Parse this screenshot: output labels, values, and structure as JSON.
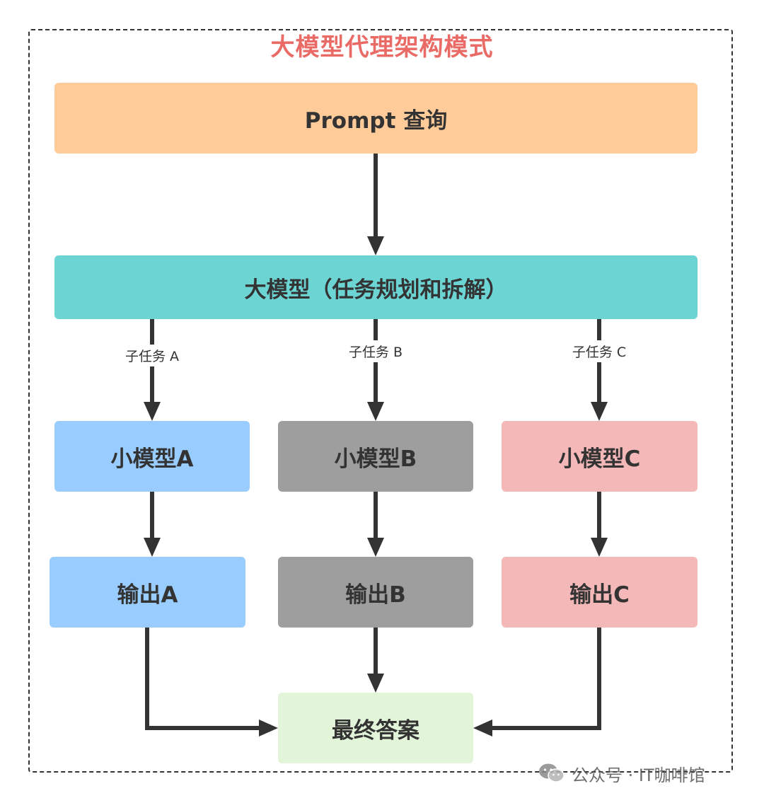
{
  "title": "大模型代理架构模式",
  "nodes": {
    "prompt": "Prompt 查询",
    "large_model": "大模型（任务规划和拆解）",
    "small_model_a": "小模型A",
    "small_model_b": "小模型B",
    "small_model_c": "小模型C",
    "output_a": "输出A",
    "output_b": "输出B",
    "output_c": "输出C",
    "final_answer": "最终答案"
  },
  "edges": {
    "subtask_a": "子任务 A",
    "subtask_b": "子任务 B",
    "subtask_c": "子任务 C"
  },
  "colors": {
    "title": "#ea6b66",
    "prompt": "#ffcc99",
    "large_model": "#6dd4d4",
    "branch_a": "#99ccff",
    "branch_b": "#9e9e9e",
    "branch_c": "#f4b8b8",
    "final": "#e2f5d9",
    "arrow": "#333333"
  },
  "watermark": {
    "text": "公众号 · IT咖啡馆",
    "icon": "wechat-icon"
  }
}
